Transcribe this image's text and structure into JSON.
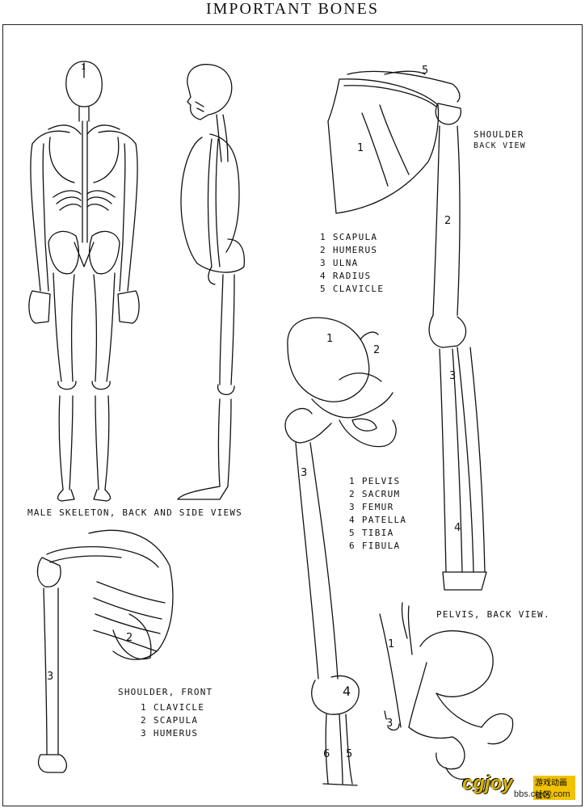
{
  "title": "IMPORTANT BONES",
  "captions": {
    "male_skeleton": "MALE SKELETON, BACK AND SIDE VIEWS",
    "shoulder_back": [
      "SHOULDER",
      "BACK VIEW"
    ],
    "shoulder_front": "SHOULDER, FRONT",
    "pelvis_back": "PELVIS, BACK VIEW."
  },
  "legends": {
    "shoulder_back": [
      {
        "n": "1",
        "label": "SCAPULA"
      },
      {
        "n": "2",
        "label": "HUMERUS"
      },
      {
        "n": "3",
        "label": "ULNA"
      },
      {
        "n": "4",
        "label": "RADIUS"
      },
      {
        "n": "5",
        "label": "CLAVICLE"
      }
    ],
    "leg": [
      {
        "n": "1",
        "label": "PELVIS"
      },
      {
        "n": "2",
        "label": "SACRUM"
      },
      {
        "n": "3",
        "label": "FEMUR"
      },
      {
        "n": "4",
        "label": "PATELLA"
      },
      {
        "n": "5",
        "label": "TIBIA"
      },
      {
        "n": "6",
        "label": "FIBULA"
      }
    ],
    "shoulder_front": [
      {
        "n": "1",
        "label": "CLAVICLE"
      },
      {
        "n": "2",
        "label": "SCAPULA"
      },
      {
        "n": "3",
        "label": "HUMERUS"
      }
    ]
  },
  "figure_numbers": {
    "skull_marker": "1",
    "arm_5": "5",
    "arm_1": "1",
    "arm_2": "2",
    "arm_3": "3",
    "arm_4": "4",
    "pelvis_1": "1",
    "pelvis_2": "2",
    "leg_3": "3",
    "leg_4": "4",
    "leg_5": "5",
    "leg_6": "6",
    "front_2": "2",
    "front_3": "3",
    "pback_1": "1",
    "pback_3": "3"
  },
  "watermark": {
    "logo": "cgjoy",
    "cn": "游戏动画社区",
    "url": "bbs.cgjoy.com"
  },
  "colors": {
    "ink": "#111111",
    "paper": "#ffffff",
    "watermark": "#d8b400"
  }
}
